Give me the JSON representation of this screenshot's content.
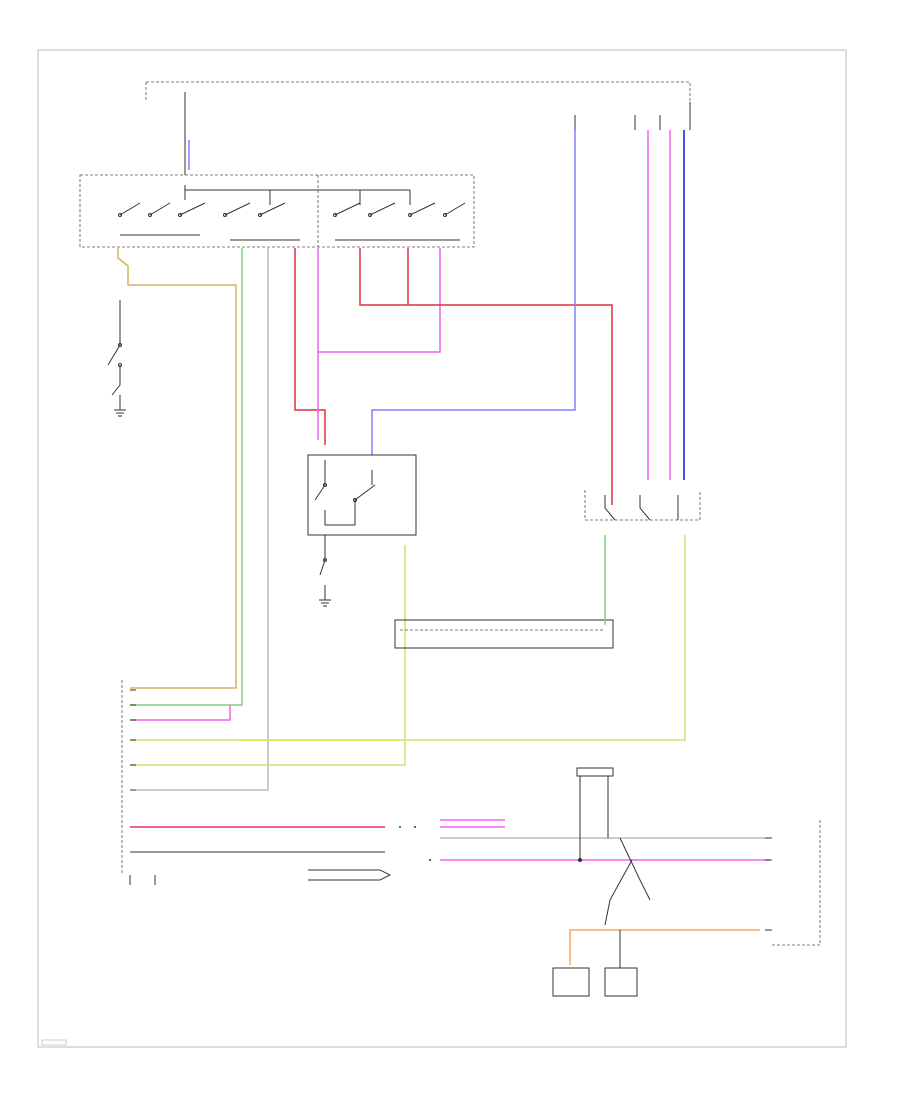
{
  "colors": {
    "background": "#ffffff",
    "frame": "#bdbdbd",
    "wire_blue": "#8080ff",
    "wire_blue_dark": "#4f4fe0",
    "wire_red": "#e0303a",
    "wire_pink": "#f060f0",
    "wire_green": "#80d080",
    "wire_yellow": "#e6e64a",
    "wire_yellow_green": "#c8e66a",
    "wire_orange": "#f0a860",
    "wire_tan": "#d8b060",
    "wire_black": "#333333",
    "wire_gray": "#9a9a9a"
  },
  "diagram": {
    "components": [
      {
        "id": "fuse-relay-box",
        "shape": "dashed-box"
      },
      {
        "id": "main-relay-block",
        "shape": "dashed-box"
      },
      {
        "id": "horn-relay",
        "shape": "box"
      },
      {
        "id": "right-relay",
        "shape": "dashed-box"
      },
      {
        "id": "junction-connector",
        "shape": "box"
      },
      {
        "id": "central-control-module",
        "shape": "dashed-box"
      },
      {
        "id": "instrument-panel-unit",
        "shape": "dashed-box"
      },
      {
        "id": "hood-switch",
        "shape": "box"
      },
      {
        "id": "door-switch",
        "shape": "box"
      }
    ]
  }
}
